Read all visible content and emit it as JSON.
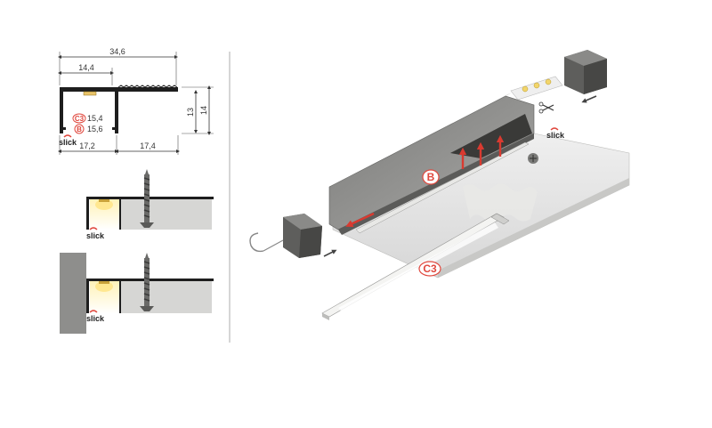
{
  "dimensions": {
    "overall_width": "34,6",
    "inner_width": "14,4",
    "height_inner": "13",
    "height_outer": "14",
    "left_width": "17,2",
    "right_width": "17,4"
  },
  "diffusers": [
    {
      "code": "C3",
      "value": "15,4"
    },
    {
      "code": "B",
      "value": "15,6"
    }
  ],
  "brand": "slick",
  "callouts": {
    "diffuser_b": "B",
    "diffuser_c3": "C3"
  },
  "colors": {
    "accent_red": "#e0483e",
    "profile_dark": "#2b2b2b",
    "aluminium": "#9a9a98",
    "plaster": "#d5d5d3"
  }
}
